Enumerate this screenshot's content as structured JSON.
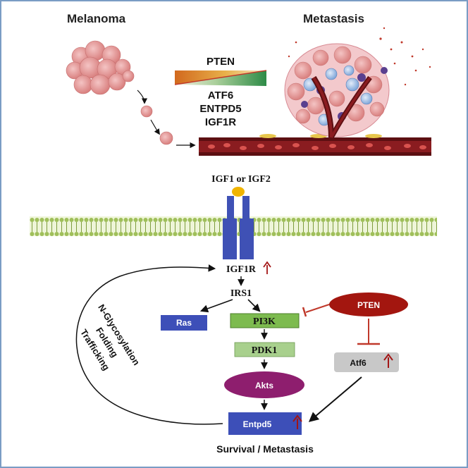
{
  "top": {
    "left_title": "Melanoma",
    "right_title": "Metastasis",
    "gradient_top_label": "PTEN",
    "gradient_genes": [
      "ATF6",
      "ENTPD5",
      "IGF1R"
    ]
  },
  "pathway": {
    "ligand": "IGF1 or IGF2",
    "receptor": "IGF1R",
    "irs": "IRS1",
    "ras": "Ras",
    "pi3k": "PI3K",
    "pdk1": "PDK1",
    "akts": "Akts",
    "entpd5": "Entpd5",
    "pten": "PTEN",
    "atf6": "Atf6",
    "loop_steps": [
      "N-Glycosylation",
      "Folding",
      "Trafficking"
    ],
    "outcome": "Survival / Metastasis"
  },
  "colors": {
    "frame": "#7a9cc4",
    "receptor": "#3f51b5",
    "ras_box": "#3d4fb8",
    "pi3k_box": "#7dbb4f",
    "pdk1_box": "#a8d08d",
    "akts_ellipse": "#8e1e6e",
    "pten_ellipse": "#a3160f",
    "atf6_box": "#c8c8c8",
    "entpd5_box": "#3d4fb8",
    "up_arrow": "#a31515",
    "inhibit": "#c0392b"
  }
}
